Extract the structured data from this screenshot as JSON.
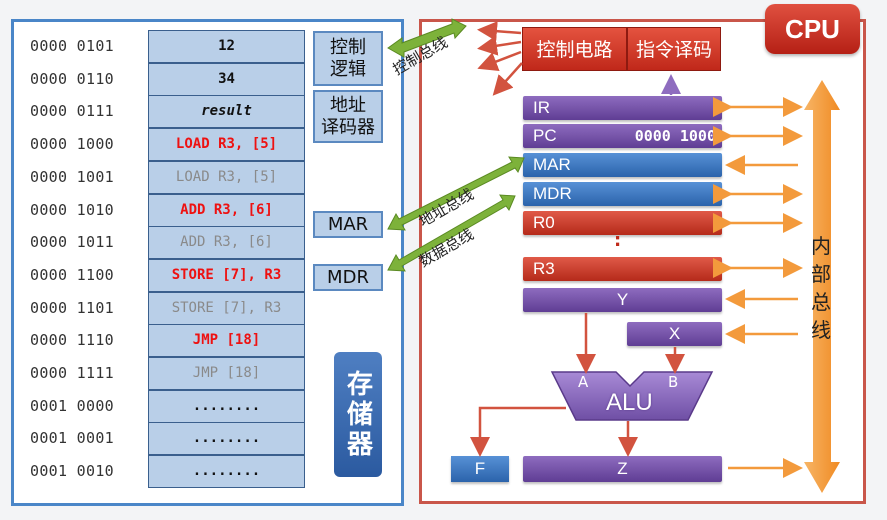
{
  "memory": {
    "rows": [
      {
        "addr": "0000 0101",
        "content": "12",
        "style": "black"
      },
      {
        "addr": "0000 0110",
        "content": "34",
        "style": "black"
      },
      {
        "addr": "0000 0111",
        "content": "result",
        "style": "italic"
      },
      {
        "addr": "0000 1000",
        "content": "LOAD R3, [5]",
        "style": "red"
      },
      {
        "addr": "0000 1001",
        "content": "LOAD R3, [5]",
        "style": "gray"
      },
      {
        "addr": "0000 1010",
        "content": "ADD R3, [6]",
        "style": "red"
      },
      {
        "addr": "0000 1011",
        "content": "ADD R3, [6]",
        "style": "gray"
      },
      {
        "addr": "0000 1100",
        "content": "STORE [7], R3",
        "style": "red"
      },
      {
        "addr": "0000 1101",
        "content": "STORE [7], R3",
        "style": "gray"
      },
      {
        "addr": "0000 1110",
        "content": "JMP [18]",
        "style": "red"
      },
      {
        "addr": "0000 1111",
        "content": "JMP [18]",
        "style": "gray"
      },
      {
        "addr": "0001 0000",
        "content": "........",
        "style": "black"
      },
      {
        "addr": "0001 0001",
        "content": "........",
        "style": "black"
      },
      {
        "addr": "0001 0010",
        "content": "........",
        "style": "black"
      }
    ],
    "control_logic": "控制\n逻辑",
    "address_decoder": "地址\n译码器",
    "mar": "MAR",
    "mdr": "MDR",
    "storage": "存储器"
  },
  "buses": {
    "control_bus": "控制总线",
    "address_bus": "地址总线",
    "data_bus": "数据总线",
    "internal_bus": "内部总线"
  },
  "cpu": {
    "title": "CPU",
    "control_circuit": "控制电路",
    "instruction_decode": "指令译码",
    "registers": {
      "ir": "IR",
      "pc": "PC",
      "pc_value": "0000 1000",
      "mar": "MAR",
      "mdr": "MDR",
      "r0": "R0",
      "ellipsis": ":",
      "r3": "R3",
      "y": "Y",
      "x": "X",
      "z": "Z",
      "f": "F"
    },
    "alu": {
      "label": "ALU",
      "input_a": "A",
      "input_b": "B"
    }
  },
  "colors": {
    "memory_border": "#4a86c8",
    "cpu_border": "#c9564a",
    "bus_arrow": "#f39a3c",
    "control_arrow": "#d2533f",
    "address_data_arrow": "#7db23a"
  }
}
